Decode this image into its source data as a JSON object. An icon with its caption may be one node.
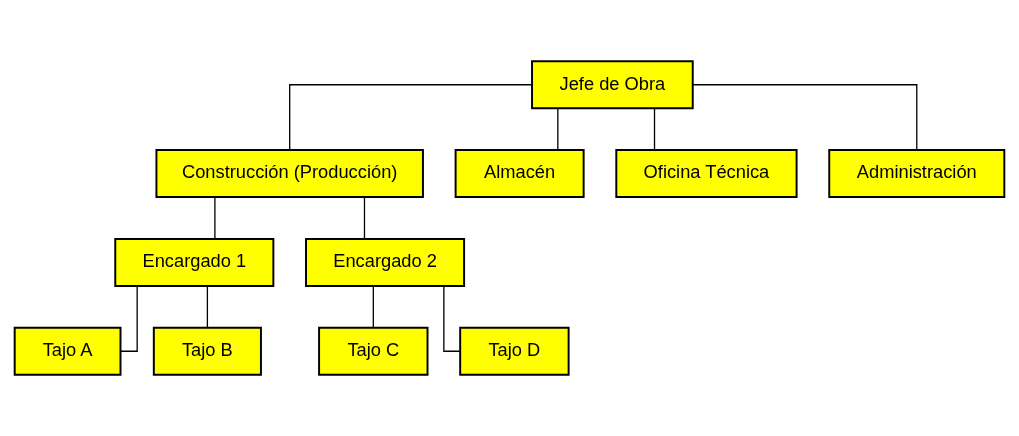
{
  "diagram": {
    "nodes": [
      {
        "text": [
          "Jefe de Obra"
        ]
      },
      {
        "text": [
          "Construcción (Producción)"
        ]
      },
      {
        "text": [
          "Almacén"
        ]
      },
      {
        "text": [
          "Oficina Técnica"
        ]
      },
      {
        "text": [
          "Administración"
        ]
      },
      {
        "text": [
          "Encargado 1"
        ]
      },
      {
        "text": [
          "Encargado 2"
        ]
      },
      {
        "text": [
          "Tajo A"
        ]
      },
      {
        "text": [
          "Tajo B"
        ]
      },
      {
        "text": [
          "Tajo C"
        ]
      },
      {
        "text": [
          "Tajo D"
        ]
      }
    ],
    "edges": [
      {
        "from": 0,
        "to": 1,
        "arrow": "none"
      },
      {
        "from": 0,
        "to": 2,
        "arrow": "none"
      },
      {
        "from": 0,
        "to": 3,
        "arrow": "none"
      },
      {
        "from": 0,
        "to": 4,
        "arrow": "none"
      },
      {
        "from": 1,
        "to": 5,
        "arrow": "none"
      },
      {
        "from": 1,
        "to": 6,
        "arrow": "none"
      },
      {
        "from": 5,
        "to": 7,
        "arrow": "none"
      },
      {
        "from": 5,
        "to": 8,
        "arrow": "none"
      },
      {
        "from": 6,
        "to": 9,
        "arrow": "none"
      },
      {
        "from": 6,
        "to": 10,
        "arrow": "none"
      }
    ]
  }
}
